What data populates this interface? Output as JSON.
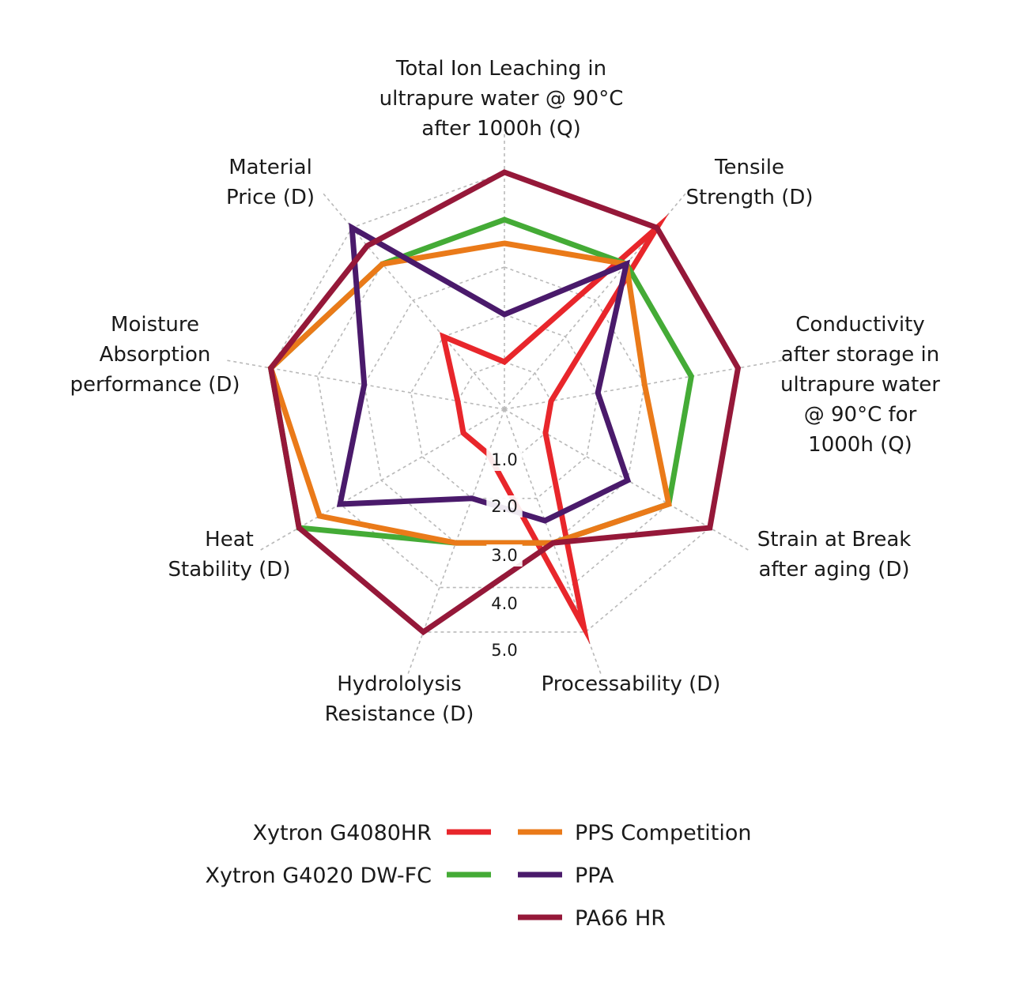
{
  "chart_data": {
    "type": "radar",
    "axes": [
      {
        "label_lines": [
          "Total Ion Leaching in",
          "ultrapure water @ 90°C",
          "after 1000h (Q)"
        ]
      },
      {
        "label_lines": [
          "Tensile",
          "Strength (D)"
        ]
      },
      {
        "label_lines": [
          "Conductivity",
          "after storage in",
          "ultrapure water",
          "@ 90°C for",
          "1000h (Q)"
        ]
      },
      {
        "label_lines": [
          "Strain at Break",
          "after aging (D)"
        ]
      },
      {
        "label_lines": [
          "Processability (D)"
        ]
      },
      {
        "label_lines": [
          "Hydrololysis",
          "Resistance (D)"
        ]
      },
      {
        "label_lines": [
          "Heat",
          "Stability (D)"
        ]
      },
      {
        "label_lines": [
          "Moisture",
          "Absorption",
          "performance (D)"
        ]
      },
      {
        "label_lines": [
          "Material",
          "Price (D)"
        ]
      }
    ],
    "ticks": [
      "1.0",
      "2.0",
      "3.0",
      "4.0",
      "5.0"
    ],
    "range": [
      0,
      5
    ],
    "grid": "dashed concentric nonagons",
    "series": [
      {
        "name": "Xytron G4080HR",
        "color": "#e8262b",
        "values": [
          1.0,
          5.0,
          1.0,
          1.0,
          4.9,
          1.0,
          1.0,
          1.0,
          2.0
        ]
      },
      {
        "name": "Xytron G4020 DW-FC",
        "color": "#44ab36",
        "values": [
          4.0,
          4.0,
          4.0,
          4.0,
          3.0,
          3.0,
          5.0,
          5.0,
          4.0
        ]
      },
      {
        "name": "PPS Competition",
        "color": "#ea7a19",
        "values": [
          3.5,
          4.0,
          3.0,
          4.0,
          3.0,
          3.0,
          4.5,
          5.0,
          4.0
        ]
      },
      {
        "name": "PPA",
        "color": "#4a1a6b",
        "values": [
          2.0,
          4.0,
          2.0,
          3.0,
          2.5,
          2.0,
          4.0,
          3.0,
          5.0
        ]
      },
      {
        "name": "PA66 HR",
        "color": "#951839",
        "values": [
          5.0,
          5.0,
          5.0,
          5.0,
          3.0,
          5.0,
          5.0,
          5.0,
          4.5
        ]
      }
    ],
    "legend": {
      "placement": "bottom",
      "columns": [
        [
          "Xytron G4080HR",
          "Xytron G4020 DW-FC"
        ],
        [
          "PPS Competition",
          "PPA",
          "PA66 HR"
        ]
      ]
    }
  }
}
